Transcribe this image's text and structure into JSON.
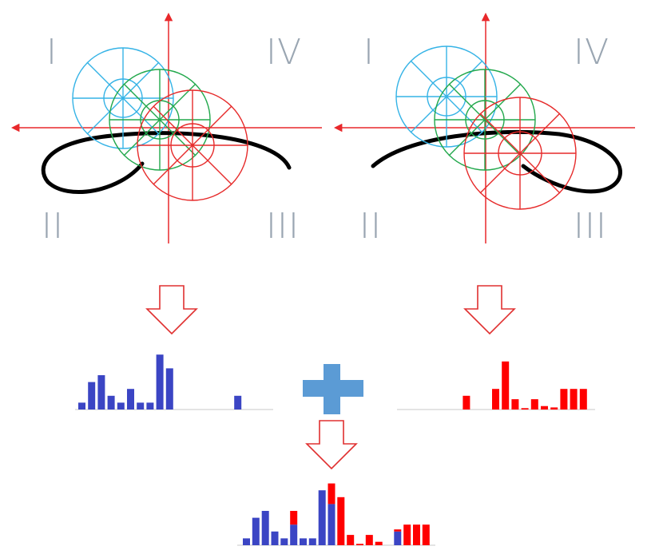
{
  "quadrants": {
    "q1": "I",
    "q2": "II",
    "q3": "III",
    "q4": "IV"
  },
  "colors": {
    "axis": "#e8282b",
    "blue_circle": "#35b3e6",
    "green_circle": "#22a84c",
    "red_circle": "#e62a2a",
    "curve": "#000000",
    "bar_blue": "#3b45c4",
    "bar_red": "#ff0000",
    "plus": "#5b9bd5",
    "arrow_outline": "#e03030",
    "quadrant_label": "#9aa6b2"
  },
  "icons": {
    "down_arrow": "down-arrow-outline-icon",
    "plus": "plus-icon"
  },
  "chart_data": [
    {
      "type": "bar",
      "series": [
        {
          "values": [
            1,
            4,
            5,
            2,
            1,
            3,
            1,
            1,
            8,
            6,
            0,
            0,
            0,
            0,
            0,
            0,
            2
          ]
        }
      ]
    },
    {
      "type": "bar",
      "series": [
        {
          "values": [
            0,
            0,
            0,
            0,
            0,
            0,
            0,
            2,
            0,
            0,
            3,
            7,
            1.5,
            0.2,
            1.5,
            0.5,
            0.3,
            3,
            3,
            3
          ]
        }
      ]
    },
    {
      "type": "bar",
      "series": [
        {
          "values": [
            1,
            4,
            5,
            2,
            1,
            3,
            1,
            1,
            8,
            6,
            0,
            0,
            0,
            0,
            0,
            0,
            2,
            0,
            0,
            0
          ]
        },
        {
          "values": [
            0,
            0,
            0,
            0,
            0,
            2,
            0,
            0,
            0,
            3,
            7,
            1.5,
            0.2,
            1.5,
            0.5,
            0,
            0.3,
            3,
            3,
            3
          ]
        }
      ]
    }
  ]
}
